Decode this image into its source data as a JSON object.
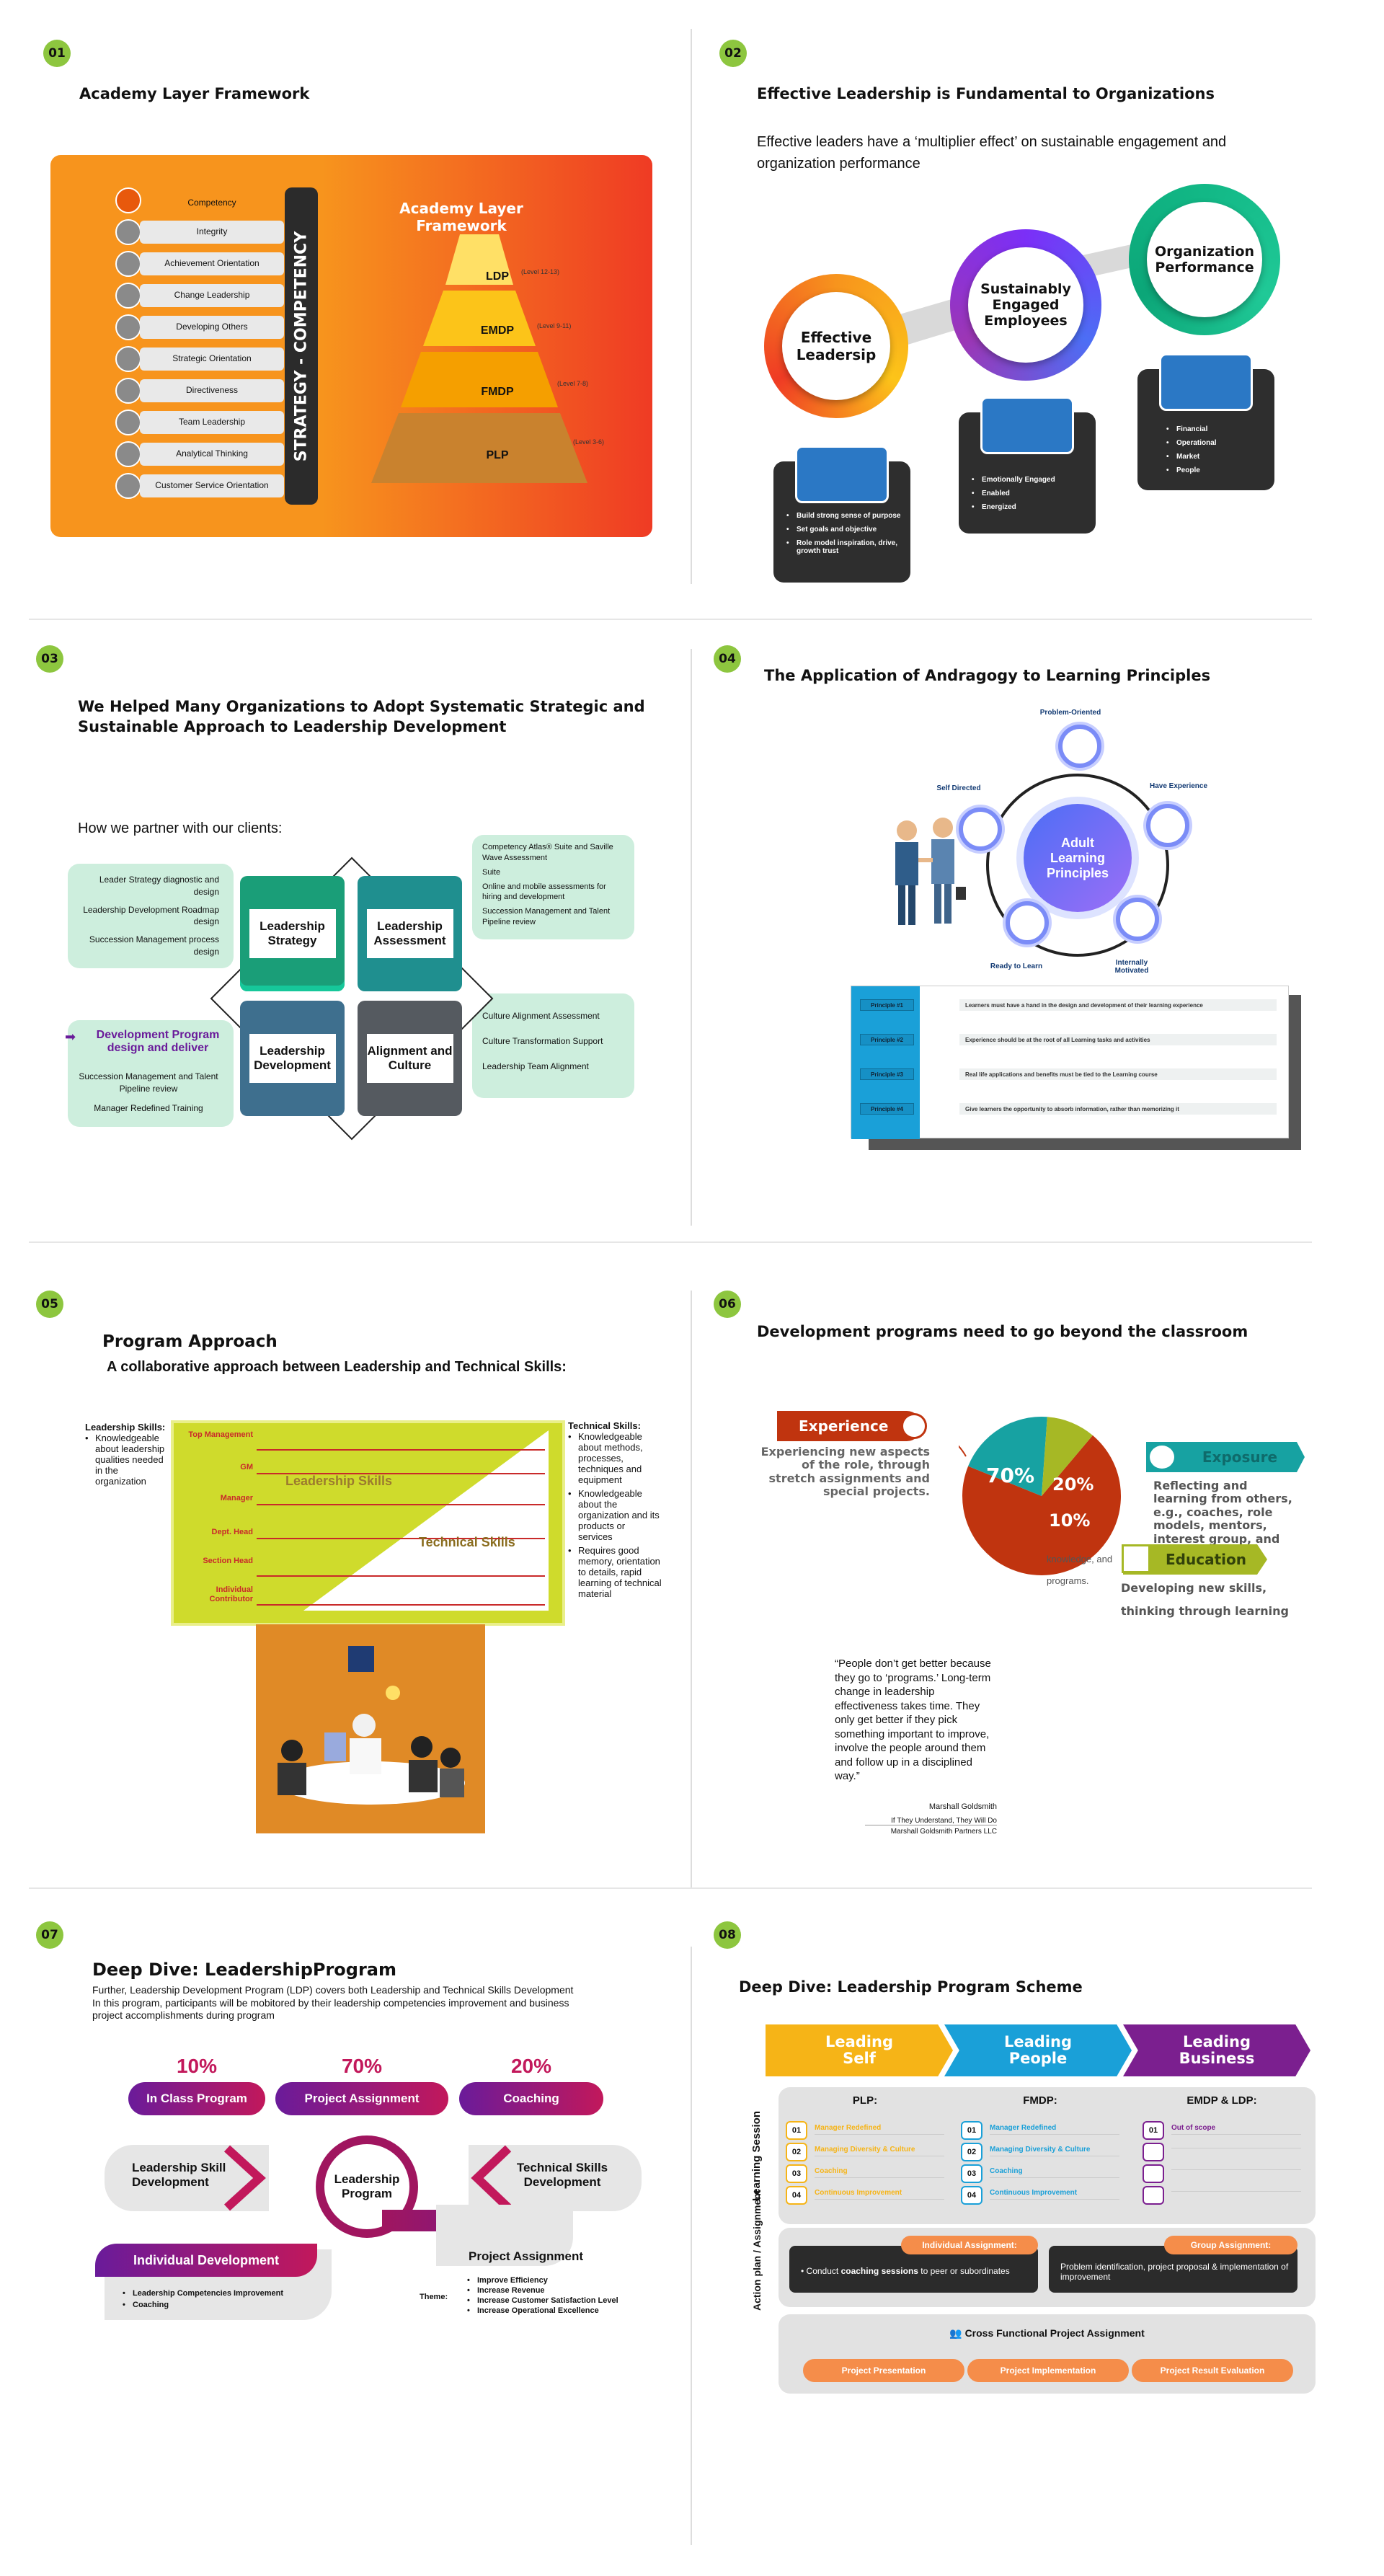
{
  "panels": {
    "p1": {
      "num": "01",
      "title": "Academy Layer Framework",
      "vertical_label": "STRATEGY - COMPETENCY",
      "pyramid_title": "Academy Layer Framework",
      "competencies": [
        "Competency",
        "Integrity",
        "Achievement Orientation",
        "Change Leadership",
        "Developing Others",
        "Strategic Orientation",
        "Directiveness",
        "Team Leadership",
        "Analytical Thinking",
        "Customer Service Orientation"
      ],
      "levels": [
        {
          "name": "LDP",
          "tag": "(Level 12-13)"
        },
        {
          "name": "EMDP",
          "tag": "(Level 9-11)"
        },
        {
          "name": "FMDP",
          "tag": "(Level 7-8)"
        },
        {
          "name": "PLP",
          "tag": "(Level 3-6)"
        }
      ]
    },
    "p2": {
      "num": "02",
      "title": "Effective Leadership is Fundamental to Organizations",
      "subtitle": "Effective leaders have a ‘multiplier effect’ on sustainable engagement and organization performance",
      "nodes": [
        {
          "label": "Effective Leadersip",
          "bullets": [
            "Build strong sense of purpose",
            "Set goals and objective",
            "Role model inspiration, drive, growth trust"
          ]
        },
        {
          "label": "Sustainably Engaged Employees",
          "bullets": [
            "Emotionally Engaged",
            "Enabled",
            "Energized"
          ]
        },
        {
          "label": "Organization Performance",
          "bullets": [
            "Financial",
            "Operational",
            "Market",
            "People"
          ]
        }
      ]
    },
    "p3": {
      "num": "03",
      "title_line1": "We Helped Many Organizations to Adopt Systematic Strategic and",
      "title_line2": "Sustainable Approach to Leadership Development",
      "partner": "How we partner with our clients:",
      "left_top": [
        "Leader Strategy diagnostic and design",
        "Leadership Development Roadmap design",
        "Succession Management process design"
      ],
      "left_bottom_head": "Development Program design and deliver",
      "left_bottom": [
        "Succession Management and Talent Pipeline review",
        "Manager Redefined Training"
      ],
      "right_top": [
        "Competency Atlas® Suite and Saville Wave Assessment",
        "Suite",
        "Online and mobile assessments for hiring and development",
        "Succession Management and Talent Pipeline review"
      ],
      "right_bottom": [
        "Culture Alignment Assessment",
        "Culture Transformation Support",
        "Leadership Team Alignment"
      ],
      "quad": [
        "Leadership Strategy",
        "Leadership Assessment",
        "Leadership Development",
        "Alignment and Culture"
      ]
    },
    "p4": {
      "num": "04",
      "title": "The Application of Andragogy to Learning Principles",
      "center": "Adult Learning Principles",
      "spokes": [
        "Problem-Oriented",
        "Have Experience",
        "Internally Motivated",
        "Ready to Learn",
        "Self Directed"
      ],
      "principles": [
        {
          "id": "Principle #1",
          "text": "Learners must have a hand in the design and development of their learning experience"
        },
        {
          "id": "Principle #2",
          "text": "Experience should be at the root of all Learning tasks and activities"
        },
        {
          "id": "Principle #3",
          "text": "Real life applications and benefits must be tied to the Learning course"
        },
        {
          "id": "Principle #4",
          "text": "Give learners the opportunity to absorb information, rather than memorizing it"
        }
      ]
    },
    "p5": {
      "num": "05",
      "title": "Program Approach",
      "subtitle": "A collaborative approach between Leadership and Technical Skills:",
      "left_head": "Leadership Skills:",
      "left_text": "Knowledgeable about leadership qualities needed in the organization",
      "right_head": "Technical Skills:",
      "right_bullets": [
        "Knowledgeable about methods, processes, techniques and equipment",
        "Knowledgeable about the organization and its products or services",
        "Requires good memory, orientation to details, rapid learning of technical material"
      ],
      "levels": [
        "Top Management",
        "GM",
        "Manager",
        "Dept. Head",
        "Section Head",
        "Individual Contributor"
      ],
      "leader_label": "Leadership Skills",
      "tech_label": "Technical Skills"
    },
    "p6": {
      "num": "06",
      "title": "Development programs need to go beyond the classroom",
      "exp_label": "Experience",
      "exp_text": "Experiencing new aspects of the role, through stretch assignments and special projects.",
      "expo_label": "Exposure",
      "expo_text": "Reflecting and learning from others, e.g., coaches, role models, mentors, interest group, and committees.",
      "edu_label": "Education",
      "edu_text1": "knowledge, and",
      "edu_text2": "programs.",
      "edu_text3": "Developing new skills,",
      "edu_text4": "thinking through learning",
      "quote": "“People don’t get better because they go to ‘programs.’ Long-term change in leadership effectiveness takes time. They only get better if they pick something important to improve, involve the people around them and follow up in a disciplined way.”",
      "author": "Marshall Goldsmith",
      "source1": "If They Understand, They Will Do",
      "source2": "Marshall Goldsmith Partners LLC"
    },
    "p7": {
      "num": "07",
      "title": "Deep Dive:  LeadershipProgram",
      "desc1": "Further, Leadership Development Program (LDP) covers both Leadership and Technical Skills Development",
      "desc2": "In this program, participants will be mobitored by their leadership competencies improvement and business",
      "desc3": "project accomplishments during program",
      "pcts": [
        {
          "pct": "10%",
          "label": "In Class Program"
        },
        {
          "pct": "70%",
          "label": "Project Assignment"
        },
        {
          "pct": "20%",
          "label": "Coaching"
        }
      ],
      "left_chev": "Leadership Skill Development",
      "center": "Leadership Program",
      "right_chev": "Technical Skills Development",
      "indiv": "Individual Development",
      "indiv_bullets": [
        "Leadership Competencies Improvement",
        "Coaching"
      ],
      "proj": "Project Assignment",
      "theme": "Theme:",
      "proj_bullets": [
        "Improve Efficiency",
        "Increase Revenue",
        "Increase Customer Satisfaction Level",
        "Increase Operational Excellence"
      ]
    },
    "p8": {
      "num": "08",
      "title": "Deep Dive: Leadership Program Scheme",
      "stages": [
        "Leading Self",
        "Leading People",
        "Leading Business"
      ],
      "side1": "Learning Session",
      "side2": "Action plan / Assignment",
      "cols": [
        {
          "head": "PLP:",
          "items": [
            "Manager Redefined",
            "Managing Diversity & Culture",
            "Coaching",
            "Continuous Improvement"
          ]
        },
        {
          "head": "FMDP:",
          "items": [
            "Manager Redefined",
            "Managing Diversity & Culture",
            "Coaching",
            "Continuous Improvement"
          ]
        },
        {
          "head": "EMDP & LDP:",
          "items": [
            "Out of scope",
            "",
            "",
            ""
          ]
        }
      ],
      "nums": [
        "01",
        "02",
        "03",
        "04"
      ],
      "indiv_head": "Individual Assignment:",
      "indiv_text1": "Conduct ",
      "indiv_bold": "coaching sessions",
      "indiv_text2": " to peer or subordinates",
      "group_head": "Group Assignment:",
      "group_text": "Problem identification, project proposal & implementation of improvement",
      "cross": "Cross Functional Project Assignment",
      "cross_items": [
        "Project Presentation",
        "Project Implementation",
        "Project Result Evaluation"
      ]
    }
  },
  "colors": {
    "green": "#8dc63f",
    "orange": "#f7941d",
    "purple": "#6a1b9a",
    "teal": "#1aa3a3",
    "blue": "#1aa0d8"
  }
}
